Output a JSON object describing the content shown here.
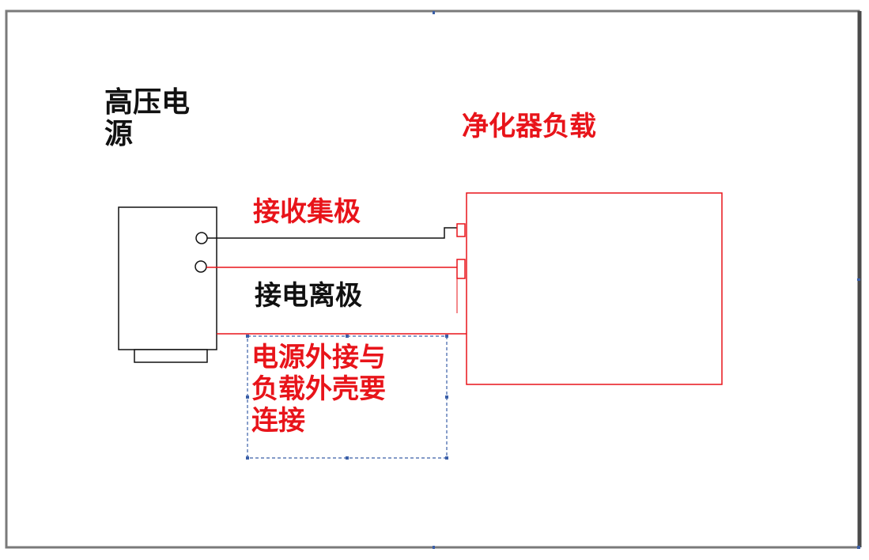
{
  "diagram": {
    "power_supply_label": "高压电\n源",
    "load_label": "净化器负载",
    "collector_label": "接收集极",
    "ionizer_label": "接电离极",
    "shell_note": "电源外接与\n负载外壳要\n连接"
  },
  "colors": {
    "red": "#e8141a",
    "black": "#111111",
    "frame": "#7a7a7a",
    "selection": "#3a5fa8"
  }
}
